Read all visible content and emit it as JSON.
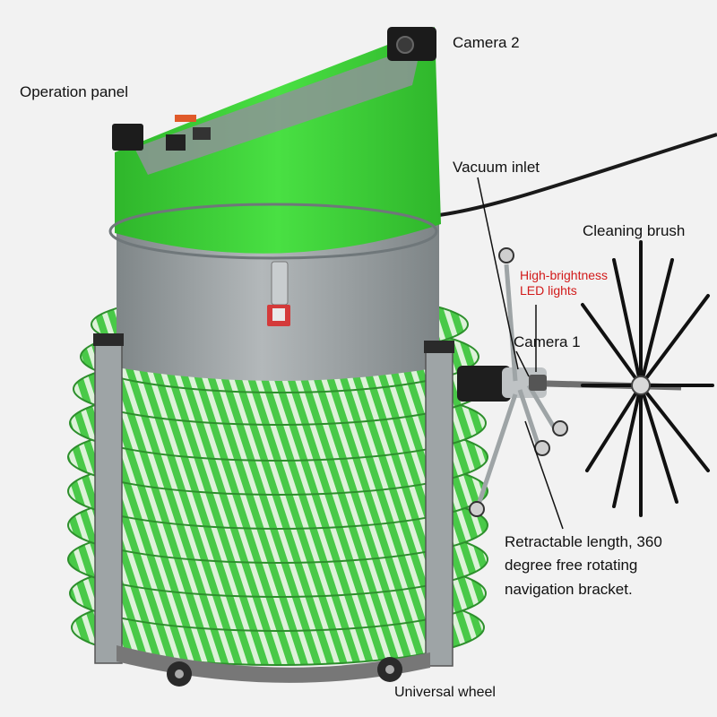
{
  "labels": {
    "camera_2": "Camera 2",
    "operation_panel": "Operation panel",
    "vacuum_inlet": "Vacuum inlet",
    "cleaning_brush": "Cleaning brush",
    "led_lights_line1": "High-brightness",
    "led_lights_line2": "LED lights",
    "camera_1": "Camera 1",
    "bracket_line1": "Retractable length, 360",
    "bracket_line2": "degree free rotating",
    "bracket_line3": "navigation bracket.",
    "universal_wheel": "Universal wheel"
  },
  "colors": {
    "background": "#f2f2f2",
    "body_green": "#3fd63a",
    "body_grey": "#9aa1a3",
    "hose_green": "#49c948",
    "hose_stripe": "#ddf2d9",
    "led_label": "#d21a1a",
    "text": "#111111"
  },
  "icons": [
    "camera-icon",
    "latch-icon",
    "brush-icon",
    "wheel-icon"
  ]
}
